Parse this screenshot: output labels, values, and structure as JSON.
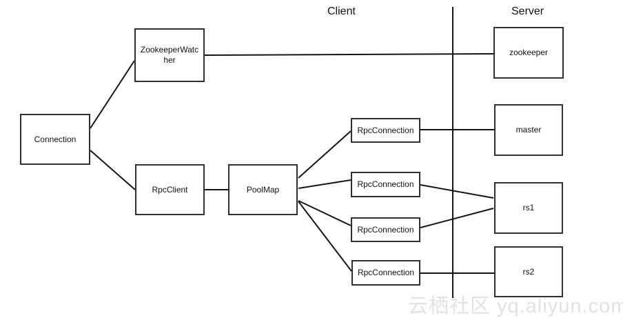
{
  "diagram": {
    "sections": {
      "client_label": "Client",
      "server_label": "Server"
    },
    "nodes": {
      "connection": "Connection",
      "zookeeper_watcher": "ZookeeperWatcher",
      "rpc_client": "RpcClient",
      "pool_map": "PoolMap",
      "rpc_connection_1": "RpcConnection",
      "rpc_connection_2": "RpcConnection",
      "rpc_connection_3": "RpcConnection",
      "rpc_connection_4": "RpcConnection",
      "zookeeper": "zookeeper",
      "master": "master",
      "rs1": "rs1",
      "rs2": "rs2"
    },
    "watermark": "云栖社区 yq.aliyun.com",
    "colors": {
      "background": "#ffffff",
      "box_border": "#2f2f2f",
      "line": "#141414",
      "text": "#111111",
      "watermark": "#e2e2e2"
    }
  }
}
